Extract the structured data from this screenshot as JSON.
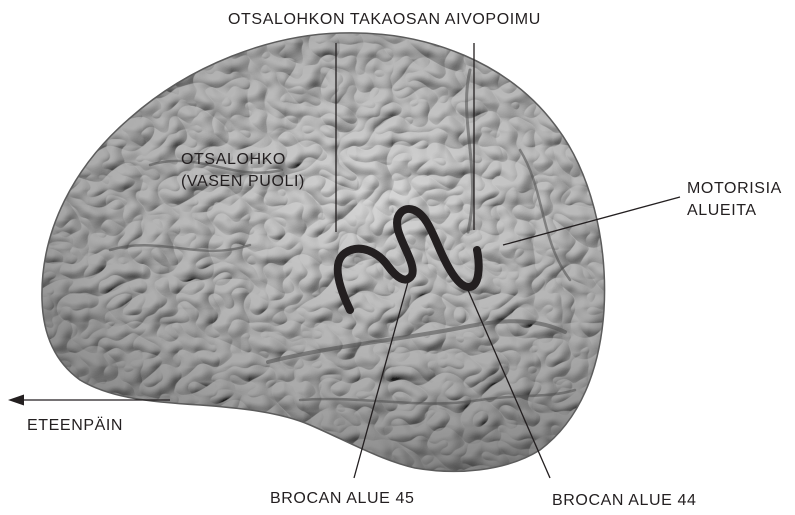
{
  "labels": {
    "precentral": "OTSALOHKON TAKAOSAN AIVOPOIMU",
    "frontal_line1": "OTSALOHKO",
    "frontal_line2": "(VASEN PUOLI)",
    "motor_line1": "MOTORISIA",
    "motor_line2": "ALUEITA",
    "forward": "ETEENPÄIN",
    "broca45": "BROCAN ALUE 45",
    "broca44": "BROCAN ALUE 44"
  },
  "colors": {
    "ink": "#231f20",
    "brain_light": "#d6d6d6",
    "brain_mid": "#a9a9a9",
    "brain_dark": "#6c6c6c"
  }
}
